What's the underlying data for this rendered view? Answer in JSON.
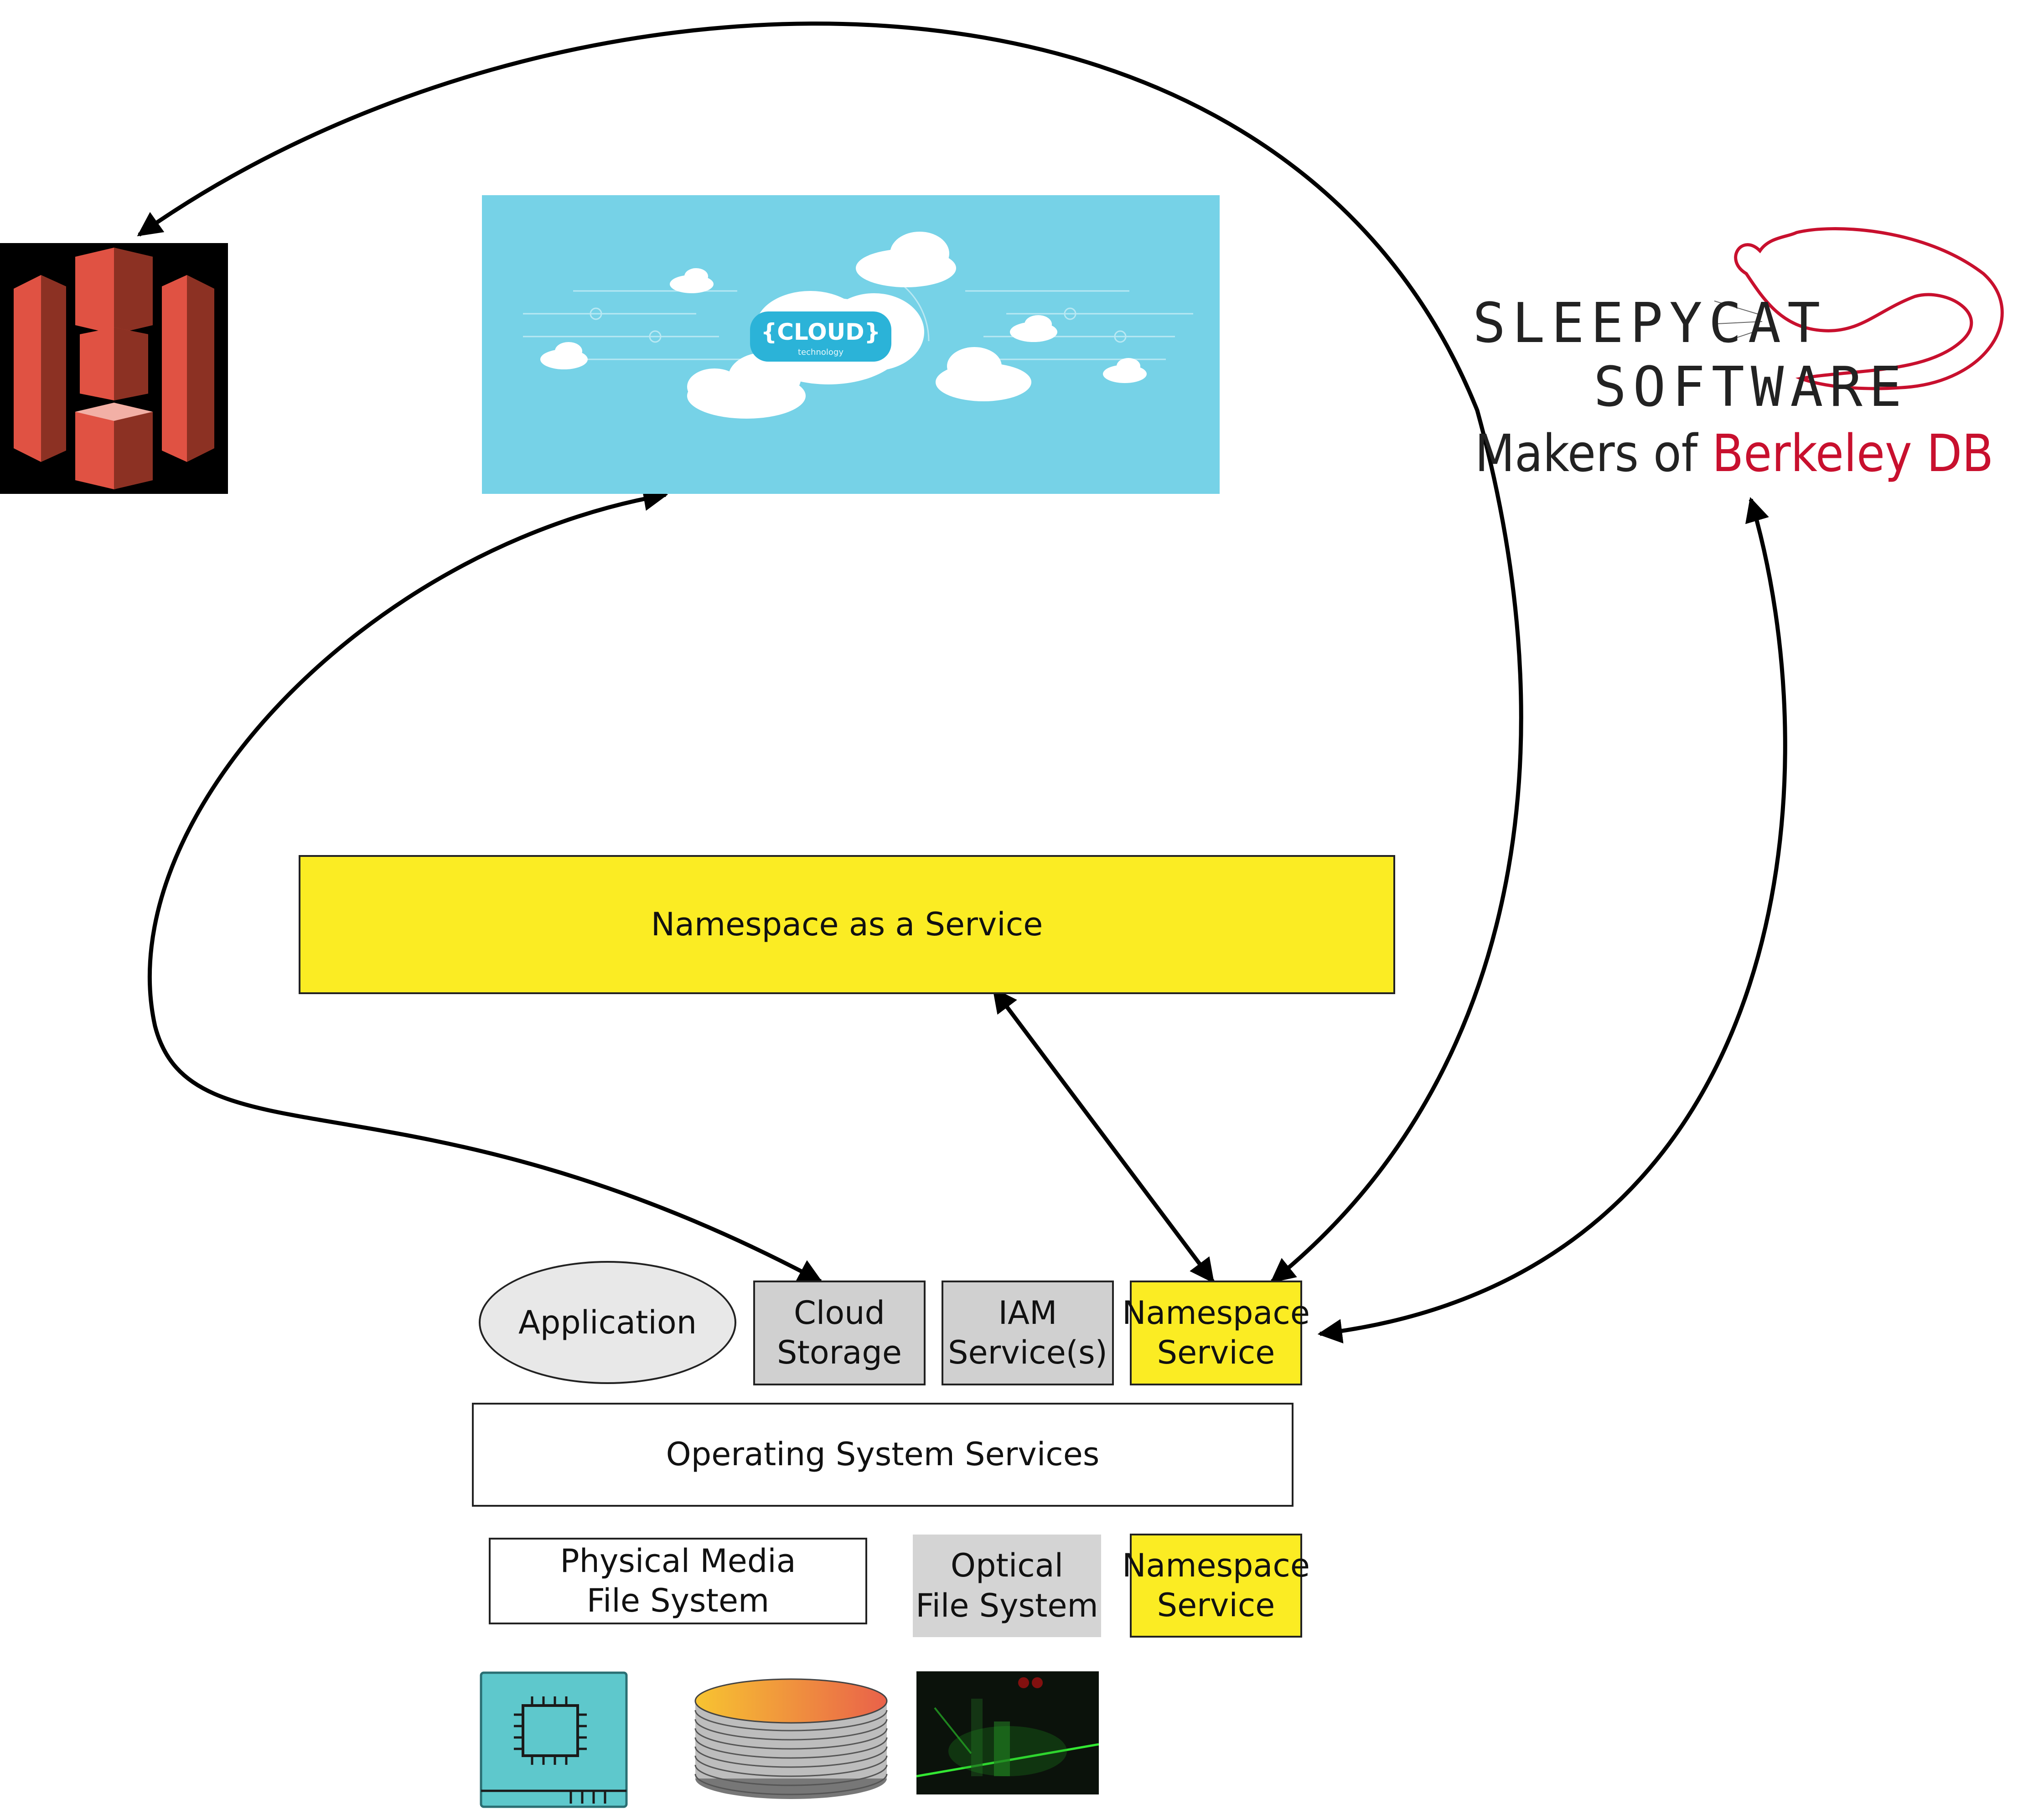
{
  "diagram": {
    "top_box": {
      "label": "Namespace as a Service"
    },
    "stack": {
      "application": "Application",
      "cloud_storage": "Cloud\nStorage",
      "iam_services": "IAM\nService(s)",
      "namespace_service_top": "Namespace\nService",
      "os_services": "Operating System Services",
      "physical_fs": "Physical Media\nFile System",
      "optical_fs": "Optical\nFile System",
      "namespace_service_bottom": "Namespace\nService"
    },
    "cloud_banner": {
      "title": "{CLOUD}",
      "subtitle": "technology"
    },
    "sleepycat_logo": {
      "line1": "SLEEPYCAT",
      "line2": "SOFTWARE",
      "tagline_prefix": "Makers of ",
      "tagline_brand": "Berkeley DB"
    },
    "colors": {
      "namespace_yellow": "#fbec23",
      "service_gray": "#d0d0d0",
      "aws_s3_red": "#e05243",
      "cloud_sky": "#76d2e7",
      "berkeley_red": "#c8102e"
    },
    "icons": [
      "aws-s3-icon",
      "chip-icon",
      "disk-stack-icon",
      "laser-optics-icon"
    ]
  }
}
